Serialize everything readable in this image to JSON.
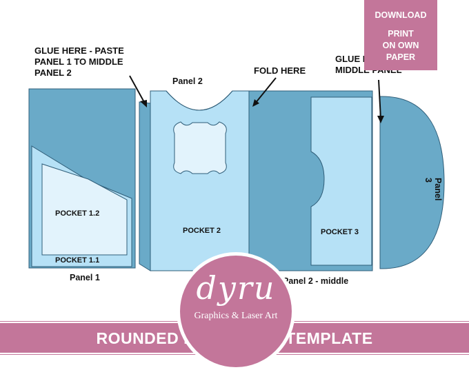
{
  "annotations": {
    "glue_left": "GLUE HERE - PASTE\nPANEL 1 TO MIDDLE\nPANEL 2",
    "fold_here": "FOLD HERE",
    "glue_right": "GLUE H…… TO\nMIDDLE PANEL"
  },
  "labels": {
    "panel_1": "Panel 1",
    "panel_2": "Panel 2",
    "panel_2_middle": "Panel 2 - middle",
    "panel_3": "Panel 3",
    "pocket_1_1": "POCKET 1.1",
    "pocket_1_2": "POCKET 1.2",
    "pocket_2": "POCKET 2",
    "pocket_3": "POCKET 3"
  },
  "download_badge": {
    "download": "DOWNLOAD",
    "print": "PRINT\nON OWN\nPAPER"
  },
  "logo": {
    "mark": "dyru",
    "tagline": "Graphics & Laser Art"
  },
  "banner": {
    "title": "ROUNDED FLAP FOLIO TEMPLATE"
  },
  "colors": {
    "dark_blue": "#6aaac8",
    "light_blue": "#b6e1f6",
    "pale_blue": "#e2f3fc",
    "outline": "#2f5d78",
    "brand_pink": "#c3769a"
  }
}
